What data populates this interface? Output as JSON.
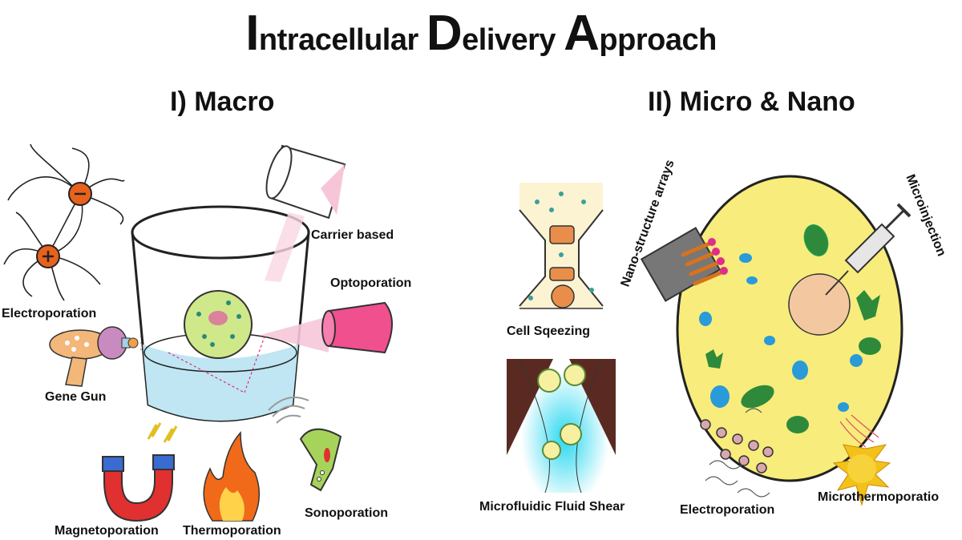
{
  "title": {
    "parts": [
      {
        "cap": "I",
        "rest": "ntracellular "
      },
      {
        "cap": "D",
        "rest": "elivery "
      },
      {
        "cap": "A",
        "rest": "pproach"
      }
    ]
  },
  "sections": {
    "macro": "I) Macro",
    "micro_nano": "II) Micro & Nano"
  },
  "macro_labels": {
    "electroporation": "Electroporation",
    "gene_gun": "Gene Gun",
    "carrier": "Carrier based",
    "optoporation": "Optoporation",
    "magnetoporation": "Magnetoporation",
    "thermoporation": "Thermoporation",
    "sonoporation": "Sonoporation"
  },
  "micro_labels": {
    "cell_squeezing": "Cell Sqeezing",
    "fluid_shear": "Microfluidic Fluid Shear",
    "nano_arrays": "Nano-structure arrays",
    "microinjection": "Microinjection",
    "electroporation": "Electroporation",
    "microthermo": "Microthermoporatio"
  },
  "colors": {
    "cell_yellow": "#f7ec7c",
    "pink": "#f0508e",
    "cup_blue": "#bfe6f2",
    "cell_green": "#cfe88a",
    "orange": "#e88e4a"
  }
}
